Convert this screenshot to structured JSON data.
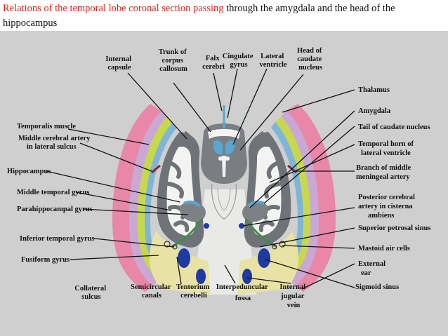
{
  "title": {
    "highlight": "Relations of the temporal lobe coronal section passing",
    "rest": " through the amygdala and the head of the hippocampus"
  },
  "colors": {
    "title_highlight": "#e0241b",
    "background": "#cfcfcf",
    "scalp": "#e887a8",
    "meninges": "#7fb5d8",
    "cortex": "#6f7378",
    "ventricle": "#5aa6cf",
    "petrous_bone": "#e8e3a4",
    "vessels": "#1f3aa0"
  },
  "labels": {
    "internal_capsule": [
      "Internal",
      "capsule"
    ],
    "trunk_corpus_callosum": [
      "Trunk of",
      "corpus",
      "callosum"
    ],
    "falx_cerebri": [
      "Falx",
      "cerebri"
    ],
    "cingulate_gyrus": [
      "Cingulate",
      "gyrus"
    ],
    "lateral_ventricle": [
      "Lateral",
      "ventricle"
    ],
    "head_caudate_nucleus": [
      "Head of",
      "caudate",
      "nucleus"
    ],
    "temporalis_muscle": "Temporalis muscle",
    "middle_cerebral_artery": [
      "Middle cerebral artery",
      "in lateral sulcus"
    ],
    "hippocampus": "Hippocampus",
    "middle_temporal_gyrus": "Middle temporal gyrus",
    "parahippocampal_gyrus": "Parahippocampal gyrus",
    "inferior_temporal_gyrus": "Inferior temporal gyrus",
    "fusiform_gyrus": "Fusiform gyrus",
    "collateral_sulcus": [
      "Collateral",
      "sulcus"
    ],
    "semicircular_canals": [
      "Semicircular",
      "canals"
    ],
    "tentorium_cerebelli": [
      "Tentorium",
      "cerebelli"
    ],
    "interpeduncular_fossa": [
      "Interpeduncular",
      "fossa"
    ],
    "internal_jugular_vein": [
      "Internal",
      "jugular",
      "vein"
    ],
    "thalamus": "Thalamus",
    "amygdala": "Amygdala",
    "tail_caudate_nucleus": "Tail of caudate nucleus",
    "temporal_horn": [
      "Temporal horn of",
      "lateral ventricle"
    ],
    "branch_middle_meningeal": [
      "Branch of middle",
      "meningeal artery"
    ],
    "posterior_cerebral_artery": [
      "Posterior cerebral",
      "artery in cisterna",
      "ambiens"
    ],
    "superior_petrosal_sinus": "Superior petrosal sinus",
    "mastoid_air_cells": "Mastoid air cells",
    "external_ear": [
      "External",
      "ear"
    ],
    "sigmoid_sinus": "Sigmoid sinus"
  }
}
